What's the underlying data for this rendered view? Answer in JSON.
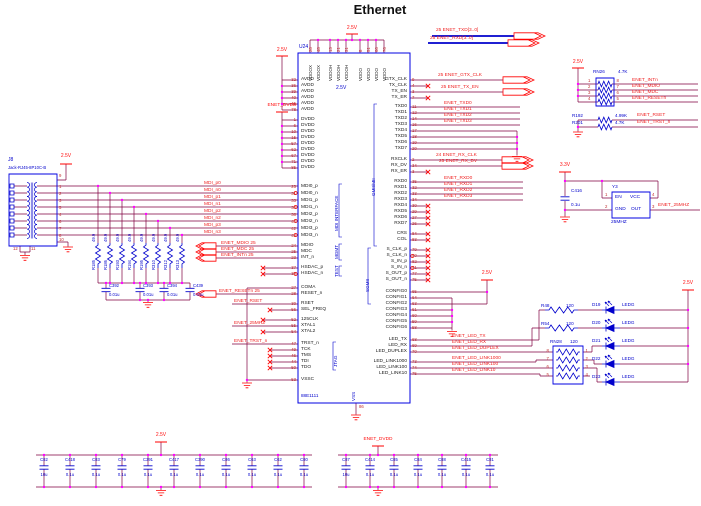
{
  "title": "Ethernet",
  "power": {
    "v25": "2.5V",
    "v33": "3.3V",
    "dvdd": "ENET_DVDD"
  },
  "ic": {
    "ref": "U24",
    "part": "88E1111",
    "core": "2.5V",
    "vss": "VSS",
    "vss_pin": "86",
    "top": {
      "nums": [
        "28",
        "48",
        "13",
        "21",
        "31",
        "8",
        "51",
        "66",
        "76"
      ],
      "names": [
        "VDDOX",
        "VDDOX",
        "VDDOH",
        "VDDOH",
        "VDDOH",
        "VDDO",
        "VDDO",
        "VDDO",
        "VDDO"
      ]
    },
    "left": {
      "avdd": {
        "nums": [
          "32",
          "36",
          "39",
          "40",
          "45",
          "78"
        ],
        "names": [
          "AVDD",
          "AVDD",
          "AVDD",
          "AVDD",
          "AVDD",
          "AVDD"
        ]
      },
      "dvdd": {
        "nums": [
          "1",
          "6",
          "10",
          "15",
          "57",
          "62",
          "67",
          "71",
          "85"
        ],
        "names": [
          "DVDD",
          "DVDD",
          "DVDD",
          "DVDD",
          "DVDD",
          "DVDD",
          "DVDD",
          "DVDD",
          "DVDD"
        ]
      },
      "mdi": {
        "nums": [
          "25",
          "31",
          "33",
          "34",
          "38",
          "44",
          "42",
          "43"
        ],
        "names": [
          "MDI0_p",
          "MDI0_n",
          "MDI1_p",
          "MDI1_n",
          "MDI2_p",
          "MDI2_n",
          "MDI3_p",
          "MDI3_n"
        ]
      },
      "mgmt": {
        "nums": [
          "24",
          "25",
          "23"
        ],
        "names": [
          "MDIO",
          "MDC",
          "INT_n"
        ]
      },
      "hsdac": {
        "nums": [
          "37",
          "39"
        ],
        "names": [
          "HSDAC_p",
          "HSDAC_n"
        ]
      },
      "rst": {
        "nums": [
          "27",
          "28"
        ],
        "names": [
          "COMA",
          "RESET_n"
        ]
      },
      "rset": {
        "nums": [
          "30",
          "56"
        ],
        "names": [
          "RSET",
          "SEL_FREQ"
        ]
      },
      "clk": {
        "nums": [
          "52",
          "55",
          "54"
        ],
        "names": [
          "125CLK",
          "XTAL1",
          "XTAL2"
        ]
      },
      "jtag": {
        "nums": [
          "47",
          "49",
          "46",
          "44",
          "50"
        ],
        "names": [
          "TRST_n",
          "TCK",
          "TMS",
          "TDI",
          "TDO"
        ]
      },
      "vssc": {
        "nums": [
          "53"
        ],
        "names": [
          "VSSC"
        ]
      }
    },
    "right": {
      "tx": {
        "nums": [
          "9",
          "4",
          "3",
          "7"
        ],
        "names": [
          "GTX_CLK",
          "TX_CLK",
          "TX_EN",
          "TX_ER"
        ]
      },
      "txd": {
        "nums": [
          "11",
          "12",
          "14",
          "16",
          "17",
          "18",
          "19",
          "20"
        ],
        "names": [
          "TXD0",
          "TXD1",
          "TXD2",
          "TXD3",
          "TXD4",
          "TXD5",
          "TXD6",
          "TXD7"
        ]
      },
      "rx": {
        "nums": [
          "2",
          "34",
          "3"
        ],
        "names": [
          "RXCLK",
          "RX_DV",
          "RX_ER"
        ]
      },
      "rxd": {
        "nums": [
          "35",
          "32",
          "33",
          "34",
          "30",
          "29",
          "27",
          "26"
        ],
        "names": [
          "RXD0",
          "RXD1",
          "RXD2",
          "RXD3",
          "RXD4",
          "RXD5",
          "RXD6",
          "RXD7"
        ]
      },
      "crscol": {
        "nums": [
          "84",
          "83"
        ],
        "names": [
          "CRS",
          "COL"
        ]
      },
      "sgmii": {
        "nums": [
          "79",
          "80",
          "82",
          "81",
          "77",
          "75"
        ],
        "names": [
          "S_CLK_p",
          "S_CLK_n",
          "S_IN_p",
          "S_IN_n",
          "S_OUT_p",
          "S_OUT_n"
        ]
      },
      "config": {
        "nums": [
          "65",
          "64",
          "63",
          "61",
          "60",
          "59",
          "58"
        ],
        "names": [
          "CONFIG0",
          "CONFIG1",
          "CONFIG2",
          "CONFIG3",
          "CONFIG4",
          "CONFIG5",
          "CONFIG6"
        ]
      },
      "led1": {
        "nums": [
          "68",
          "69",
          "70"
        ],
        "names": [
          "LED_TX",
          "LED_RX",
          "LED_DUPLEX"
        ]
      },
      "led2": {
        "nums": [
          "73",
          "74",
          "75"
        ],
        "names": [
          "LED_LINK1000",
          "LED_LINK100",
          "LED_LINK10"
        ]
      }
    },
    "groups": {
      "mdi": "MDI INTERFACE",
      "mgmt": "MGMT",
      "test": "TEST",
      "gmii": "GMII/MII",
      "sgmii": "SGMII",
      "jtag": "JTAG"
    }
  },
  "j8": {
    "ref": "J8",
    "part": "Jack-RJ45-8P10C-B",
    "pin_top": "9",
    "pins": [
      "1",
      "2",
      "3",
      "5",
      "4",
      "6",
      "7",
      "8"
    ],
    "pin_bot": "10",
    "pin11": "11",
    "pin12": "12"
  },
  "term": {
    "value": "49.9",
    "refs": [
      "R185",
      "R186",
      "R193",
      "R194",
      "R195",
      "R310",
      "R312",
      "R313"
    ],
    "cap_refs": [
      "C392",
      "C393",
      "C394",
      "C439"
    ],
    "cap_value": "0.01u"
  },
  "nets": {
    "txd_bus": "25   ENET_TXD[3..0]",
    "rxd_bus": "25   ENET_RXD[3..0]",
    "gtx": "25   ENET_GTX_CLK",
    "tx_en": "25   ENET_TX_EN",
    "txd": [
      "ENET_TXD0",
      "ENET_TXD1",
      "ENET_TXD2",
      "ENET_TXD3"
    ],
    "rx_clk": "24   ENET_RX_CLK",
    "rx_dv": "25   ENET_RX_DV",
    "rxd": [
      "ENET_RXD0",
      "ENET_RXD1",
      "ENET_RXD2",
      "ENET_RXD3"
    ],
    "mdi": [
      "MDI_p0",
      "MDI_n0",
      "MDI_p1",
      "MDI_n1",
      "MDI_p2",
      "MDI_n2",
      "MDI_p3",
      "MDI_n3"
    ],
    "mdio": "ENET_MDIO   25",
    "mdc": "ENET_MDC   25",
    "intn": "ENET_INTn   25",
    "resetn": "ENET_RESETn   25",
    "rset": "ENET_RSET",
    "clk25": "ENET_25MHZ",
    "trst": "ENET_TRST_n",
    "led1": [
      "ENET_LED_TX",
      "ENET_LED_RX",
      "ENET_LED_DUPLEX"
    ],
    "led2": [
      "ENET_LED_LINK1000",
      "ENET_LED_LINK100",
      "ENET_LED_LINK10"
    ],
    "rn26": [
      "ENET_INTn",
      "ENET_MDIO",
      "ENET_MDC",
      "ENET_RESETn"
    ]
  },
  "rn26": {
    "ref": "RN26",
    "value": "4.7K",
    "ln": [
      "1",
      "2",
      "3",
      "4"
    ],
    "rn": [
      "8",
      "7",
      "6",
      "5"
    ]
  },
  "r192": {
    "ref": "R192",
    "value": "4.99K"
  },
  "r201": {
    "ref": "R201",
    "value": "4.7K"
  },
  "osc": {
    "ref": "Y3",
    "freq": "25MHZ",
    "en": "EN",
    "gnd": "GND",
    "vcc": "VCC",
    "out": "OUT",
    "n1": "1",
    "n2": "2",
    "n3": "3",
    "n4": "4"
  },
  "c416": {
    "ref": "C416",
    "value": "0.1u"
  },
  "leds": [
    {
      "ref": "D19",
      "type": "LEDG"
    },
    {
      "ref": "D20",
      "type": "LEDG"
    },
    {
      "ref": "D21",
      "type": "LEDG"
    },
    {
      "ref": "D22",
      "type": "LEDG"
    },
    {
      "ref": "D23",
      "type": "LEDG"
    }
  ],
  "r48": {
    "ref": "R48",
    "value": "120"
  },
  "r54": {
    "ref": "R54",
    "value": "120"
  },
  "rn28": {
    "ref": "RN28",
    "value": "120",
    "ln": [
      "8",
      "7",
      "6",
      "5"
    ],
    "rn": [
      "1",
      "2",
      "3",
      "4"
    ]
  },
  "bank1": {
    "refs": [
      "C82",
      "C418",
      "C83",
      "C79",
      "C391",
      "C417",
      "C390",
      "C86",
      "C63",
      "C62",
      "C80"
    ],
    "values": [
      "10u",
      "0.1u",
      "0.1u",
      "0.1u",
      "0.1u",
      "0.1u",
      "0.1u",
      "0.1u",
      "0.1u",
      "0.1u",
      "0.1u"
    ]
  },
  "bank2": {
    "refs": [
      "C87",
      "C414",
      "C85",
      "C84",
      "C88",
      "C415",
      "C81"
    ],
    "values": [
      "10u",
      "0.1u",
      "0.1u",
      "0.1u",
      "0.1u",
      "0.1u",
      "0.1u"
    ]
  }
}
